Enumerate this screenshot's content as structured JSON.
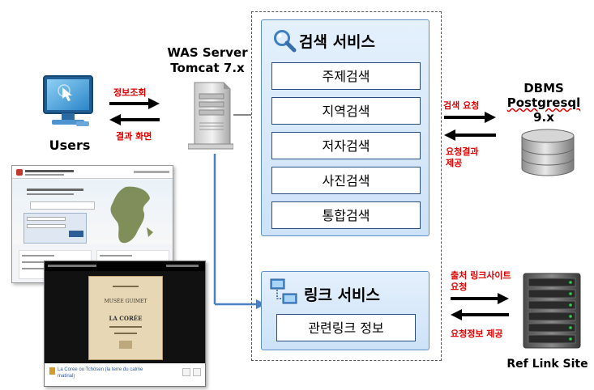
{
  "users": {
    "label": "Users",
    "arrow_to_label": "정보조회",
    "arrow_from_label": "결과 화면"
  },
  "was": {
    "title_line1": "WAS Server",
    "title_line2": "Tomcat 7.x"
  },
  "search_service": {
    "title": "검색 서비스",
    "items": [
      "주제검색",
      "지역검색",
      "저자검색",
      "사진검색",
      "통합검색"
    ]
  },
  "link_service": {
    "title": "링크 서비스",
    "item": "관련링크 정보"
  },
  "dbms": {
    "line1": "DBMS",
    "line2": "Postgresql",
    "line3": "9.x",
    "request_label": "검색 요청",
    "response_line1": "요청결과",
    "response_line2": "제공"
  },
  "ref_link": {
    "label": "Ref Link Site",
    "request_line1": "출처 링크사이트",
    "request_line2": "요청",
    "response_label": "요청정보 제공"
  },
  "viewer": {
    "caption_line1": "La Coree ou Tchösen (la terre du calme",
    "caption_line2": "matinal)",
    "book_line1": "MUSÉE GUIMET",
    "book_line2": "LA CORÉE"
  },
  "colors": {
    "accent_red": "#e00000",
    "panel_blue": "#cde2f8",
    "item_border": "#2b4c7e",
    "connector_blue": "#4a7fc0"
  }
}
